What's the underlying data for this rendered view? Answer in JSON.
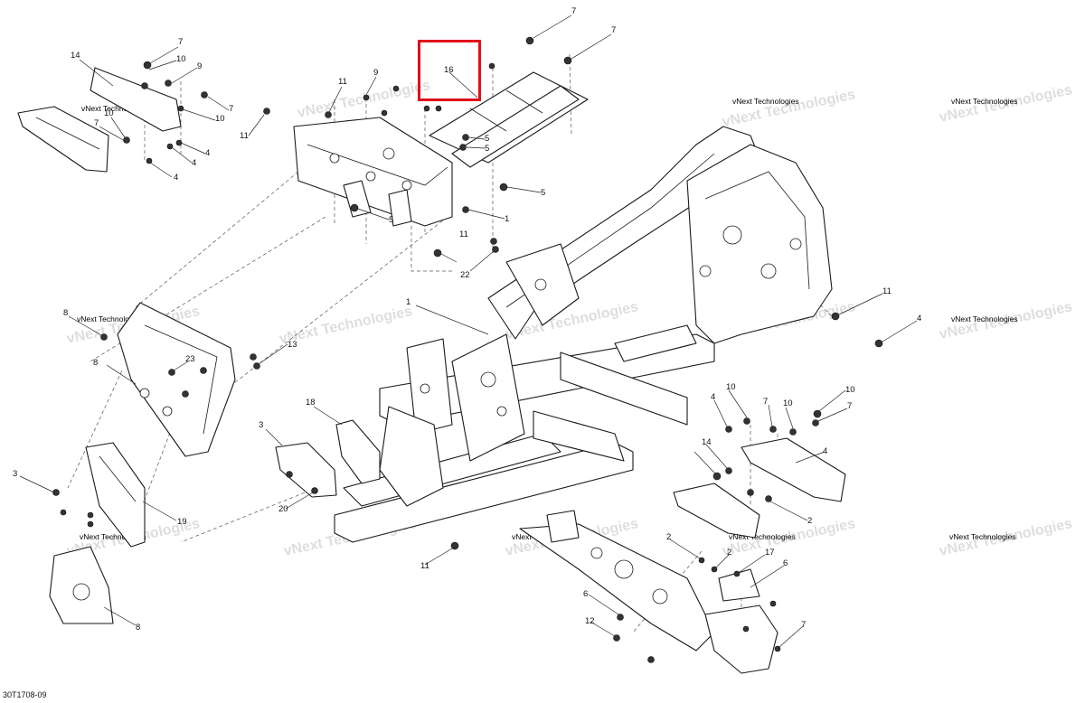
{
  "diagram": {
    "document_ref": "30T1708-09",
    "watermark": "vNext Technologies",
    "highlight_color": "#e0101a",
    "highlighted_callout": "16"
  },
  "callouts": [
    {
      "id": "c1",
      "text": "7"
    },
    {
      "id": "c2",
      "text": "7"
    },
    {
      "id": "c3",
      "text": "14"
    },
    {
      "id": "c4",
      "text": "7"
    },
    {
      "id": "c5",
      "text": "10"
    },
    {
      "id": "c6",
      "text": "9"
    },
    {
      "id": "c7",
      "text": "7"
    },
    {
      "id": "c8",
      "text": "10"
    },
    {
      "id": "c9",
      "text": "10"
    },
    {
      "id": "c10",
      "text": "7"
    },
    {
      "id": "c11",
      "text": "4"
    },
    {
      "id": "c12",
      "text": "4"
    },
    {
      "id": "c13",
      "text": "4"
    },
    {
      "id": "c14",
      "text": "11"
    },
    {
      "id": "c15",
      "text": "11"
    },
    {
      "id": "c16",
      "text": "9"
    },
    {
      "id": "c17",
      "text": "16"
    },
    {
      "id": "c18",
      "text": "5"
    },
    {
      "id": "c19",
      "text": "5"
    },
    {
      "id": "c20",
      "text": "5"
    },
    {
      "id": "c21",
      "text": "1"
    },
    {
      "id": "c22",
      "text": "5"
    },
    {
      "id": "c23",
      "text": "11"
    },
    {
      "id": "c24",
      "text": "22"
    },
    {
      "id": "c25",
      "text": "1"
    },
    {
      "id": "c26",
      "text": "8"
    },
    {
      "id": "c27",
      "text": "13"
    },
    {
      "id": "c28",
      "text": "8"
    },
    {
      "id": "c29",
      "text": "23"
    },
    {
      "id": "c30",
      "text": "18"
    },
    {
      "id": "c31",
      "text": "3"
    },
    {
      "id": "c32",
      "text": "3"
    },
    {
      "id": "c33",
      "text": "20"
    },
    {
      "id": "c34",
      "text": "19"
    },
    {
      "id": "c35",
      "text": "8"
    },
    {
      "id": "c36",
      "text": "11"
    },
    {
      "id": "c37",
      "text": "11"
    },
    {
      "id": "c38",
      "text": "4"
    },
    {
      "id": "c39",
      "text": "4"
    },
    {
      "id": "c40",
      "text": "10"
    },
    {
      "id": "c41",
      "text": "7"
    },
    {
      "id": "c42",
      "text": "10"
    },
    {
      "id": "c43",
      "text": "7"
    },
    {
      "id": "c44",
      "text": "10"
    },
    {
      "id": "c45",
      "text": "14"
    },
    {
      "id": "c46",
      "text": "4"
    },
    {
      "id": "c47",
      "text": "2"
    },
    {
      "id": "c48",
      "text": "2"
    },
    {
      "id": "c49",
      "text": "2"
    },
    {
      "id": "c50",
      "text": "17"
    },
    {
      "id": "c51",
      "text": "6"
    },
    {
      "id": "c52",
      "text": "6"
    },
    {
      "id": "c53",
      "text": "12"
    },
    {
      "id": "c54",
      "text": "7"
    }
  ]
}
